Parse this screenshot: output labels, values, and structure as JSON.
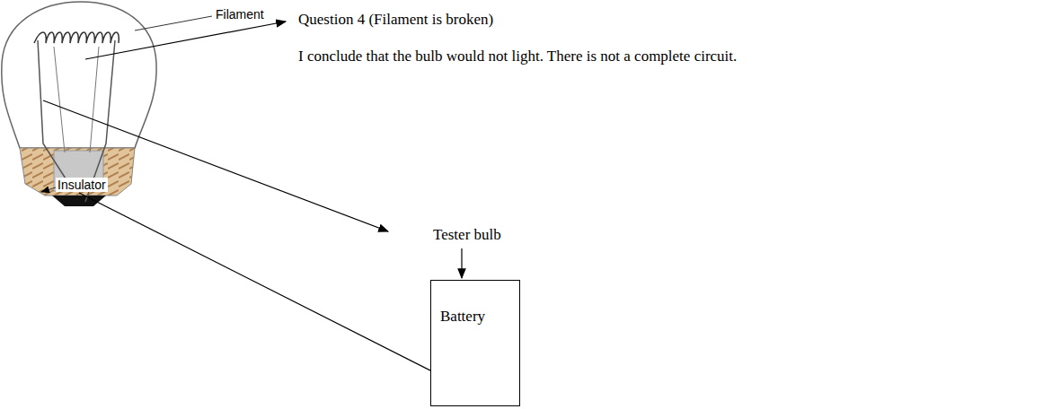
{
  "diagram": {
    "nodes": [
      {
        "text": [
          "Battery"
        ]
      }
    ],
    "labels": [
      "Filament",
      "Insulator",
      "Question 4  (Filament is broken)",
      "I conclude that the bulb would not light.  There is not a complete circuit.",
      "Tester bulb"
    ]
  }
}
